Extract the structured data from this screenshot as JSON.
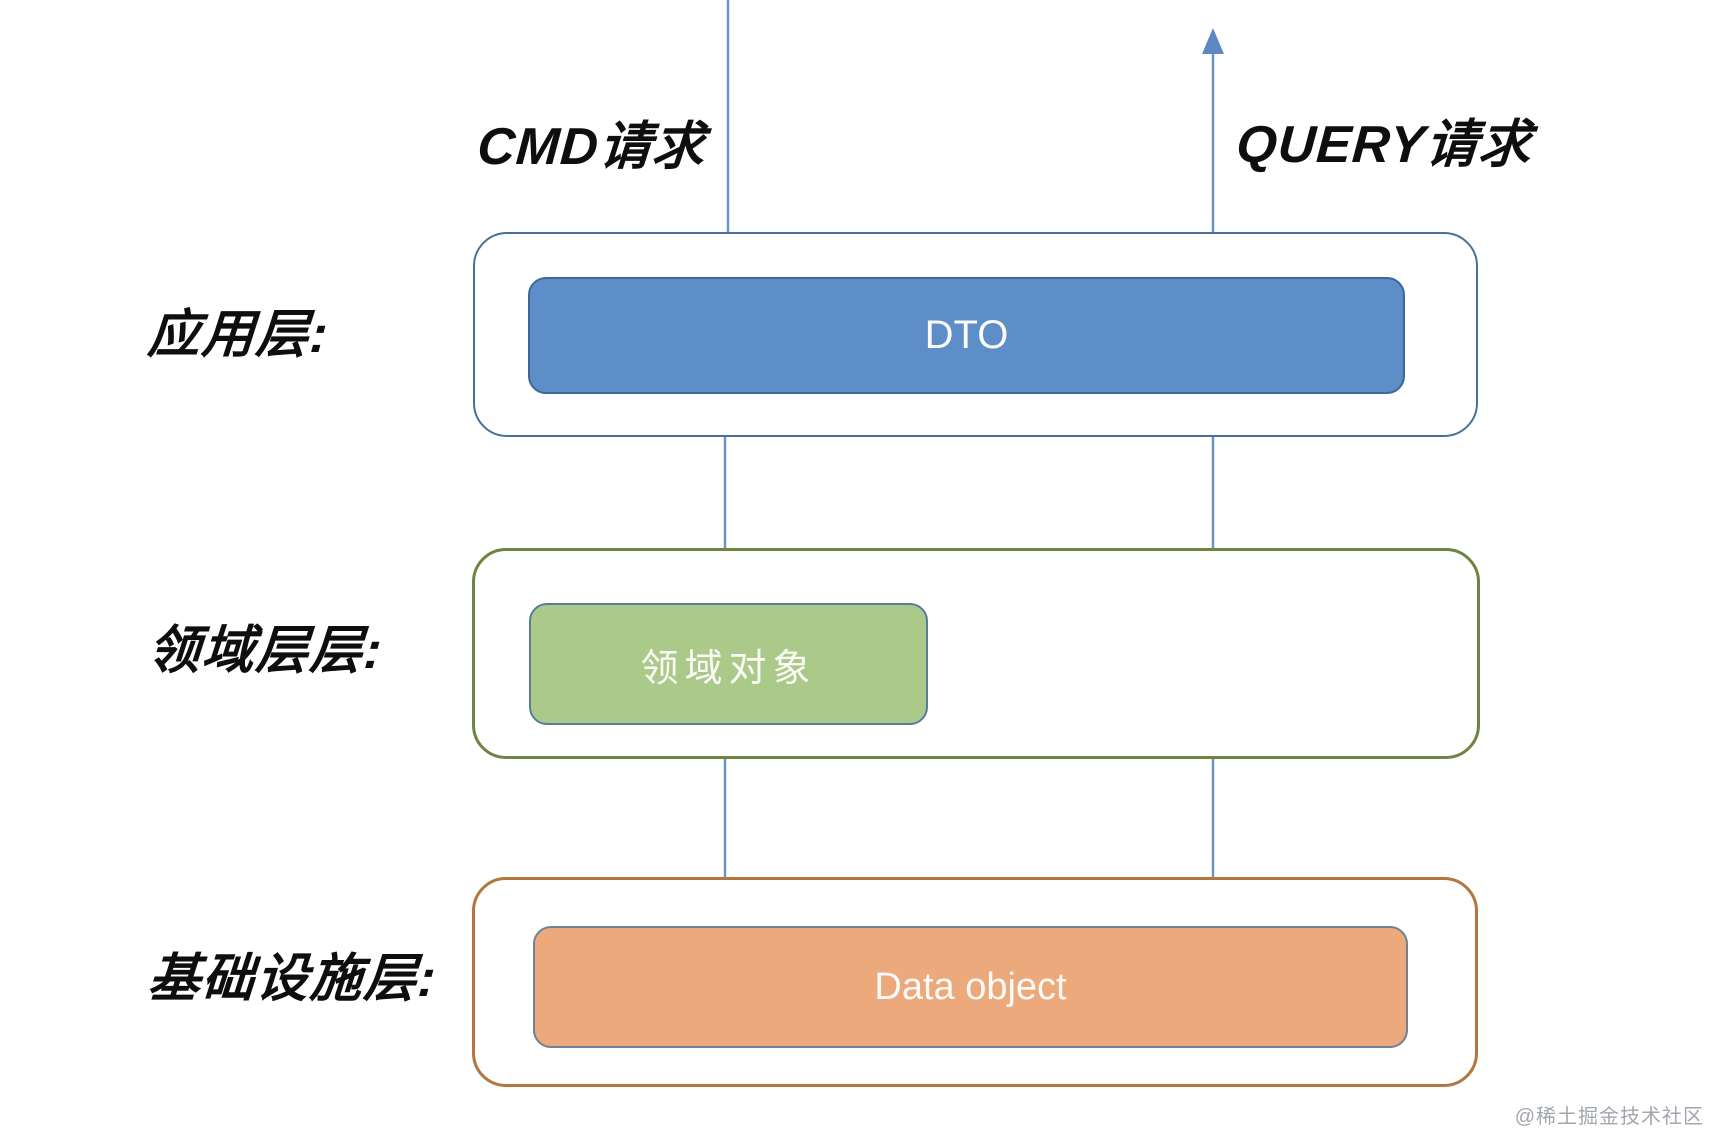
{
  "flow_labels": {
    "cmd": "CMD请求",
    "query": "QUERY请求"
  },
  "layers": [
    {
      "label": "应用层:",
      "box_label": "DTO",
      "box_fill": "#5d8ec8",
      "box_border": "#3e6899",
      "container_border": "#4a7096"
    },
    {
      "label": "领域层层:",
      "box_label": "领域对象",
      "box_fill": "#abca89",
      "box_border": "#5a7b9b",
      "container_border": "#6f843e"
    },
    {
      "label": "基础设施层:",
      "box_label": "Data object",
      "box_fill": "#eba97c",
      "box_border": "#6e8197",
      "container_border": "#b2773e"
    }
  ],
  "arrows": {
    "color": "#6b94ca",
    "cmd_flow": "top → DTO → 领域对象 → Data object",
    "query_flow": "Data object → DTO → top"
  },
  "watermark": "@稀土掘金技术社区"
}
